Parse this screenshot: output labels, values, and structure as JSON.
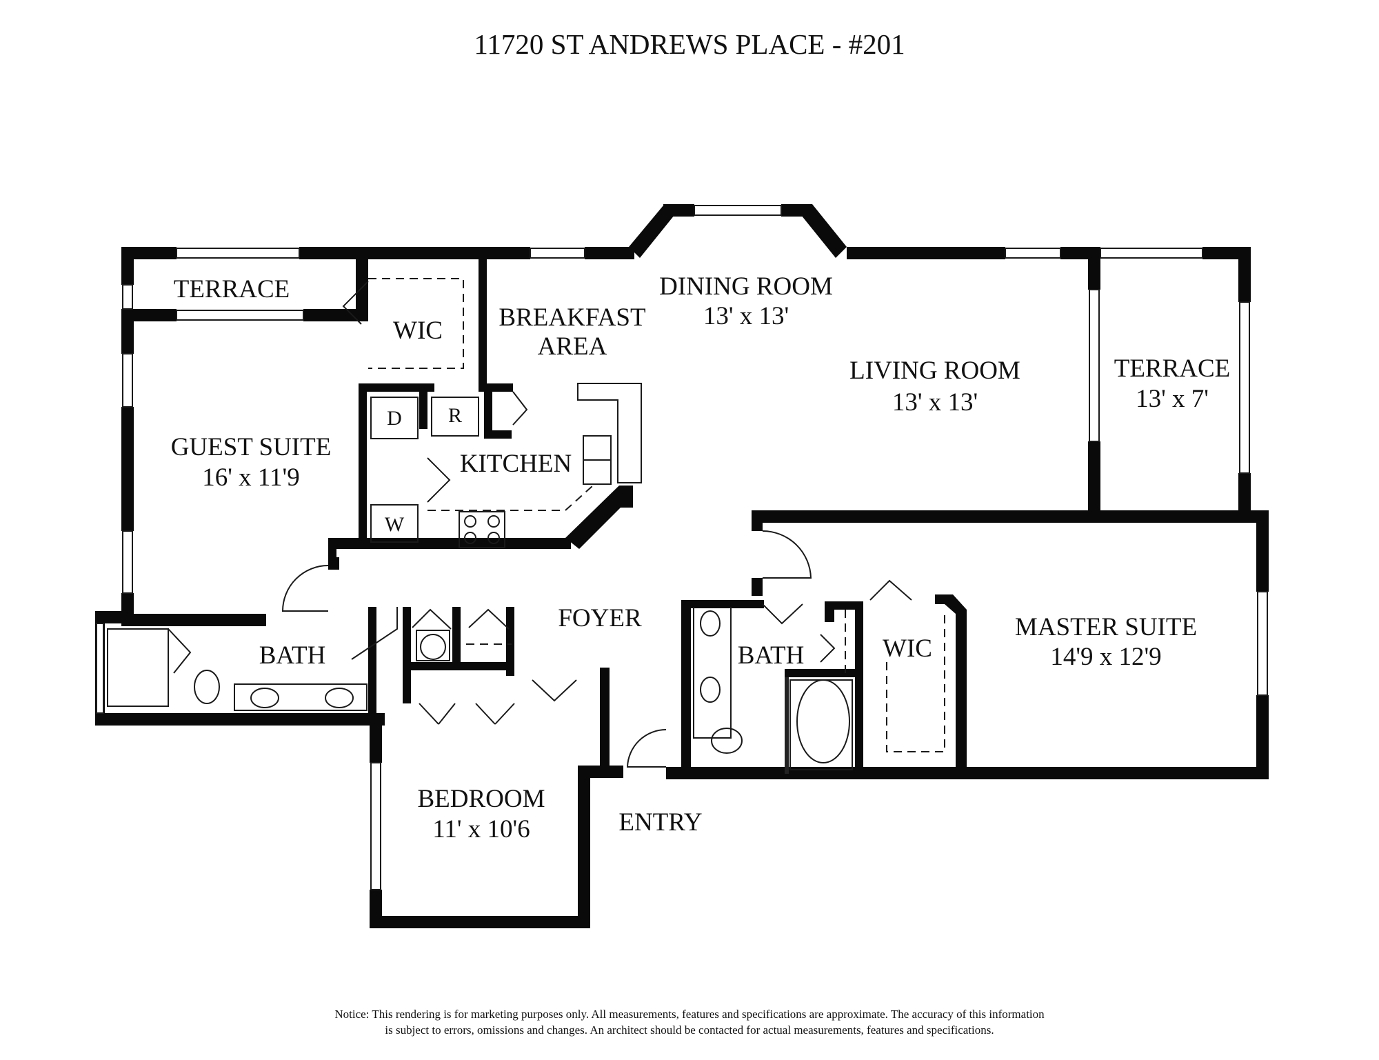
{
  "title": "11720 ST ANDREWS PLACE - #201",
  "rooms": {
    "terrace_left": "TERRACE",
    "wic_top": "WIC",
    "breakfast_1": "BREAKFAST",
    "breakfast_2": "AREA",
    "dining": "DINING ROOM",
    "dining_dim": "13'  x 13'",
    "living": "LIVING ROOM",
    "living_dim": "13'  x 13'",
    "terrace_right": "TERRACE",
    "terrace_right_dim": "13' x 7'",
    "guest": "GUEST SUITE",
    "guest_dim": "16'  x 11'9",
    "kitchen": "KITCHEN",
    "bath_left": "BATH",
    "foyer": "FOYER",
    "bath_master": "BATH",
    "wic_master": "WIC",
    "master": "MASTER SUITE",
    "master_dim": "14'9  x 12'9",
    "bedroom": "BEDROOM",
    "bedroom_dim": "11' x 10'6",
    "entry": "ENTRY"
  },
  "appliances": {
    "dryer": "D",
    "refrigerator": "R",
    "washer": "W"
  },
  "notice": {
    "line1": "Notice: This rendering is for marketing purposes only. All measurements, features and specifications are approximate. The accuracy of this information",
    "line2": "is subject to errors, omissions and changes. An architect should be contacted for actual measurements, features and specifications."
  }
}
